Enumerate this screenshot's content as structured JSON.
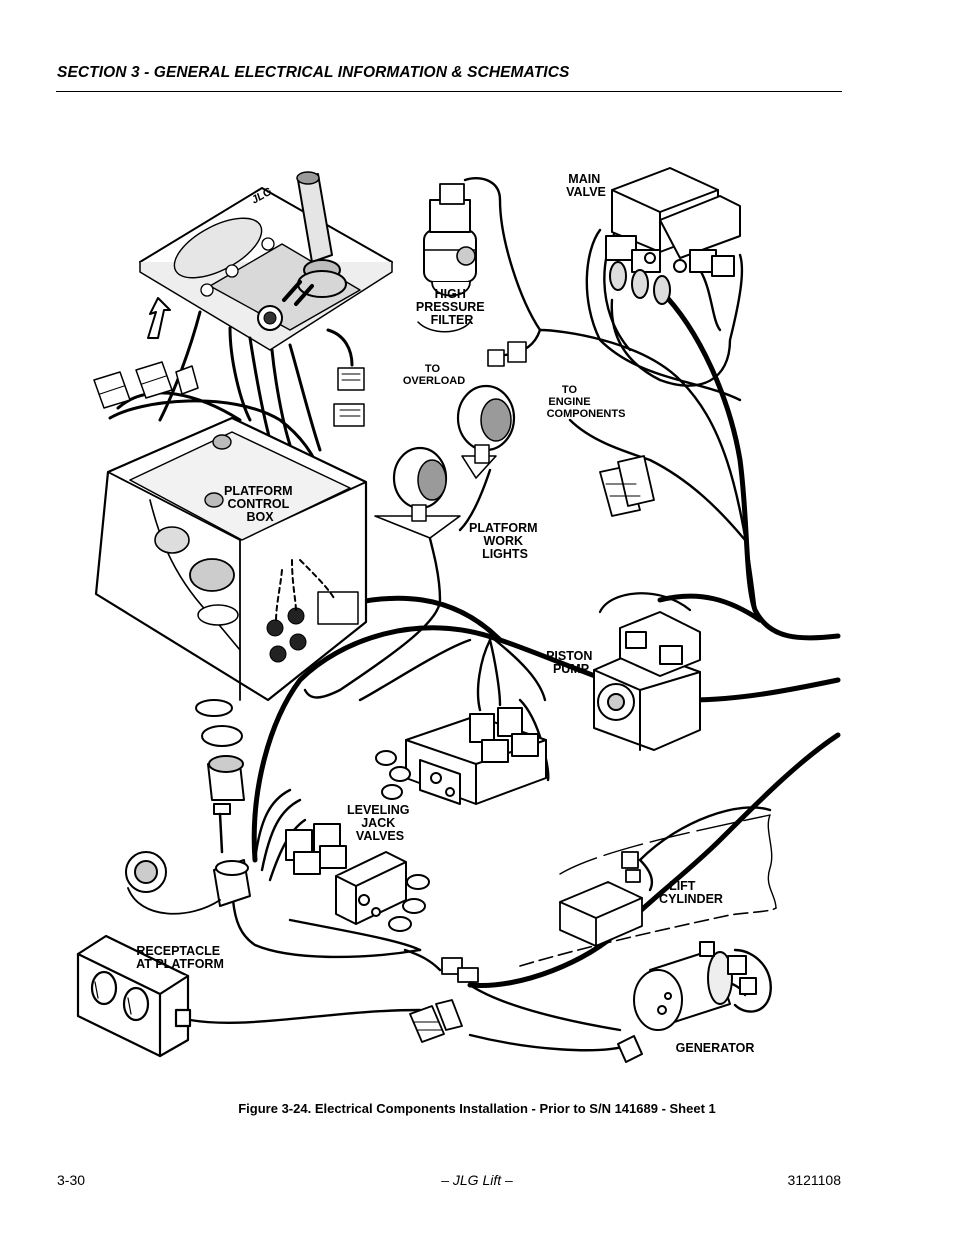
{
  "header": {
    "section_title": "SECTION 3 - GENERAL ELECTRICAL INFORMATION & SCHEMATICS"
  },
  "figure": {
    "brand_logo": "JLG",
    "callouts": {
      "main_valve": [
        "MAIN",
        "VALVE"
      ],
      "high_pressure_filter": [
        "HIGH",
        "PRESSURE",
        "FILTER"
      ],
      "to_overload": [
        "TO",
        "OVERLOAD"
      ],
      "to_engine_components": [
        "TO",
        "ENGINE",
        "COMPONENTS"
      ],
      "platform_control_box": [
        "PLATFORM",
        "CONTROL",
        "BOX"
      ],
      "platform_work_lights": [
        "PLATFORM",
        "WORK",
        "LIGHTS"
      ],
      "piston_pump": [
        "PISTON",
        "PUMP"
      ],
      "leveling_jack_valves": [
        "LEVELING",
        "JACK",
        "VALVES"
      ],
      "lift_cylinder": [
        "LIFT",
        "CYLINDER"
      ],
      "receptacle_at_platform": [
        "RECEPTACLE",
        "AT PLATFORM"
      ],
      "generator": [
        "GENERATOR"
      ]
    }
  },
  "caption": "Figure 3-24.  Electrical Components Installation - Prior to S/N 141689 - Sheet 1",
  "footer": {
    "page_number": "3-30",
    "center": "– JLG Lift –",
    "doc_number": "3121108"
  }
}
